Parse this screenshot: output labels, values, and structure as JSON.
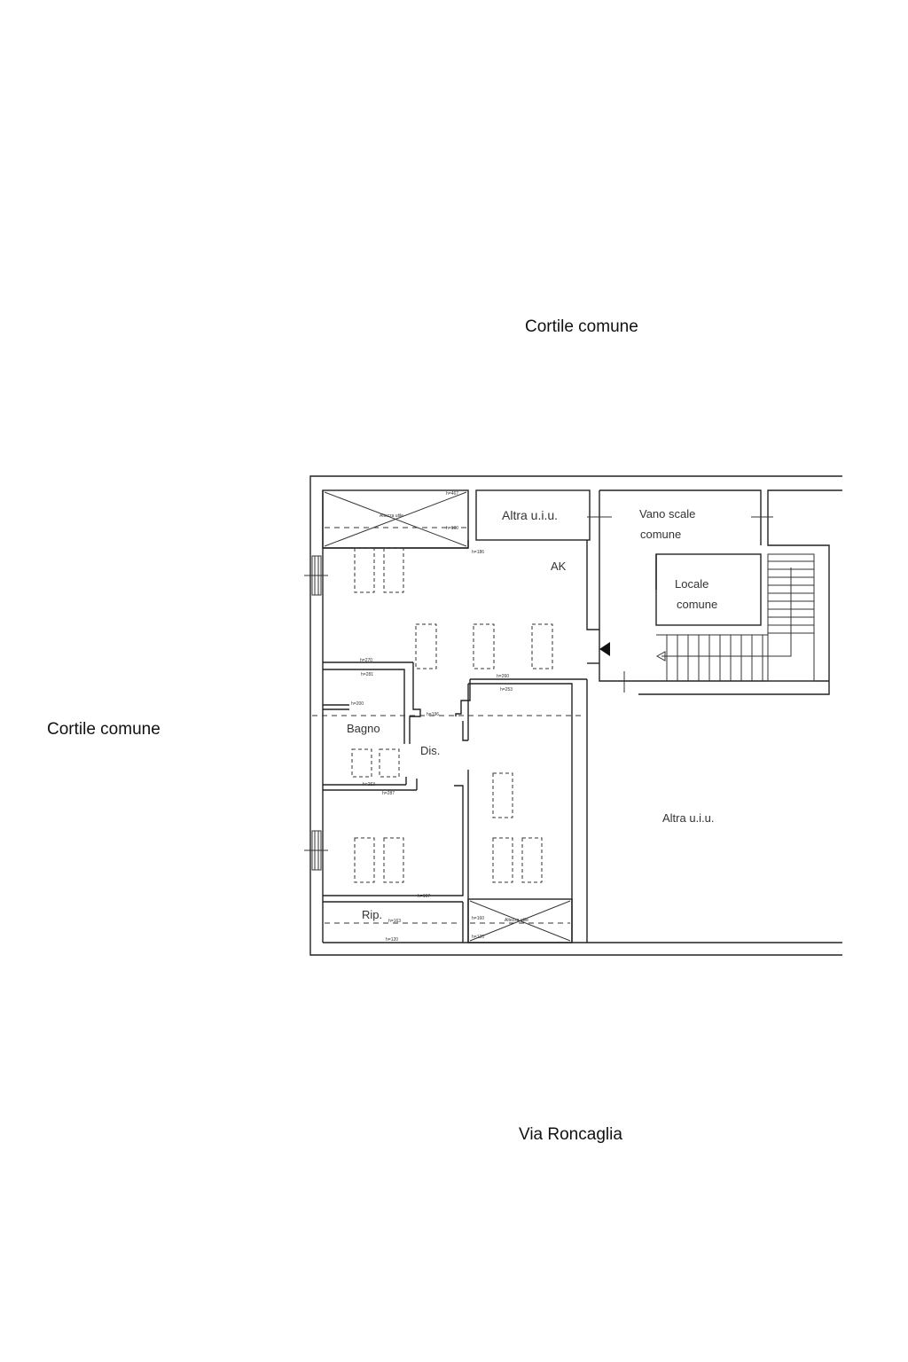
{
  "surroundings": {
    "north": "Cortile comune",
    "west": "Cortile comune",
    "south": "Via Roncaglia"
  },
  "rooms": {
    "ak": "AK",
    "altra_top": "Altra u.i.u.",
    "vano_scale_1": "Vano scale",
    "vano_scale_2": "comune",
    "locale_1": "Locale",
    "locale_2": "comune",
    "altra_right": "Altra u.i.u.",
    "bagno": "Bagno",
    "dis": "Dis.",
    "rip": "Rip.",
    "attic_top": "Altezza utile",
    "attic_bottom": "Altezza utile"
  },
  "heights": {
    "h1": "h=467",
    "h2": "h=160",
    "h3": "h=186",
    "h4": "h=270",
    "h5": "h=281",
    "h6": "h=260",
    "h7": "h=253",
    "h8": "h=200",
    "h9": "h=196",
    "h10": "h=263",
    "h11": "h=287",
    "h12": "h=167",
    "h13": "h=160",
    "h14": "h=163",
    "h15": "h=120",
    "h16": "h=120"
  },
  "colors": {
    "line": "#222222",
    "text": "#111111"
  }
}
